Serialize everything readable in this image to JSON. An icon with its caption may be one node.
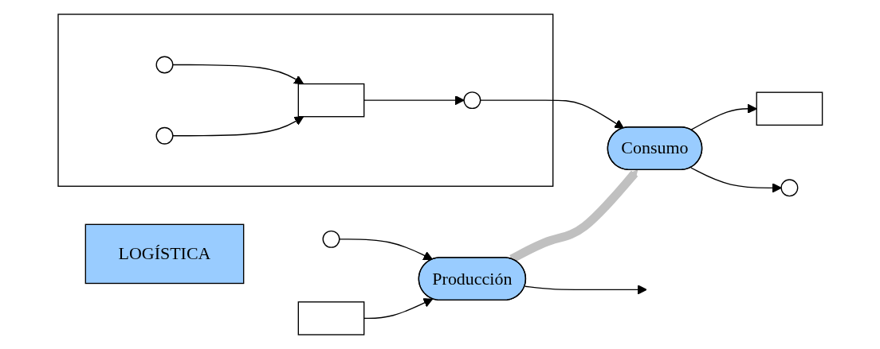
{
  "diagram": {
    "nodes": [
      {
        "text": [],
        "shape": "circle"
      },
      {
        "text": [
          "Producción"
        ]
      },
      {
        "text": [],
        "shape": "box"
      },
      {
        "text": [],
        "shape": "box"
      },
      {
        "text": [],
        "shape": "circle",
        "in": 3
      },
      {
        "text": [],
        "shape": "circle",
        "in": 3
      },
      {
        "text": [],
        "shape": "box",
        "in": 3
      },
      {
        "text": [],
        "shape": "circle",
        "in": 3
      },
      {
        "text": [
          "Consumo"
        ]
      },
      {
        "text": [],
        "shape": "box"
      },
      {
        "text": [],
        "shape": "circle"
      },
      {
        "text": [
          "LOGÍSTICA"
        ]
      }
    ],
    "edges": [
      {
        "from": 0,
        "to": 1,
        "arrow": "to"
      },
      {
        "from": 2,
        "to": 1,
        "arrow": "to"
      },
      {
        "from": 1,
        "to": 8,
        "arrow": "to",
        "style": "thick",
        "color": "#c0c0c0"
      },
      {
        "from": 1,
        "to": null,
        "arrow": "to"
      },
      {
        "from": 4,
        "to": 6,
        "arrow": "to"
      },
      {
        "from": 5,
        "to": 6,
        "arrow": "to"
      },
      {
        "from": 6,
        "to": 7,
        "arrow": "to"
      },
      {
        "from": 7,
        "to": 8,
        "arrow": "to"
      },
      {
        "from": 8,
        "to": 9,
        "arrow": "to"
      },
      {
        "from": 8,
        "to": 10,
        "arrow": "to"
      }
    ]
  }
}
